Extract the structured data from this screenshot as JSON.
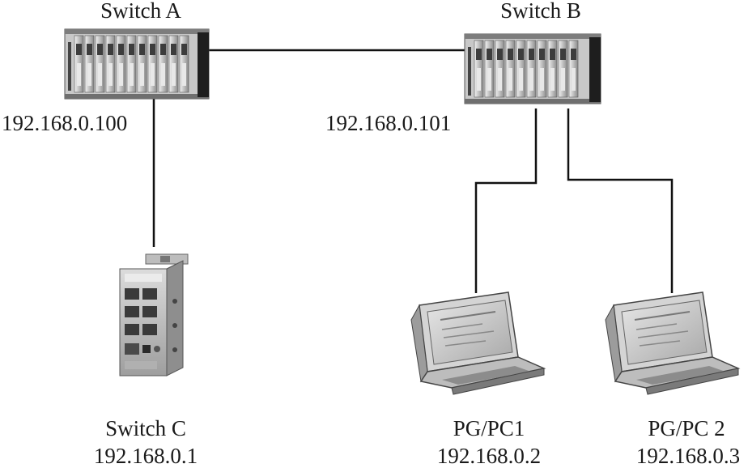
{
  "devices": {
    "switch_a": {
      "name": "Switch A",
      "ip": "192.168.0.100",
      "icon": "rack-switch-icon"
    },
    "switch_b": {
      "name": "Switch B",
      "ip": "192.168.0.101",
      "icon": "rack-switch-icon"
    },
    "switch_c": {
      "name": "Switch C",
      "ip": "192.168.0.1",
      "icon": "compact-switch-icon"
    },
    "pgpc1": {
      "name": "PG/PC1",
      "ip": "192.168.0.2",
      "icon": "laptop-icon"
    },
    "pgpc2": {
      "name": "PG/PC 2",
      "ip": "192.168.0.3",
      "icon": "laptop-icon"
    }
  },
  "links": [
    {
      "from": "Switch A",
      "to": "Switch B"
    },
    {
      "from": "Switch A",
      "to": "Switch C"
    },
    {
      "from": "Switch B",
      "to": "PG/PC1"
    },
    {
      "from": "Switch B",
      "to": "PG/PC 2"
    }
  ],
  "colors": {
    "line": "#111111",
    "device_body": "#9a9a9a",
    "device_dark": "#2e2e2e",
    "device_light": "#d9d9d9"
  }
}
